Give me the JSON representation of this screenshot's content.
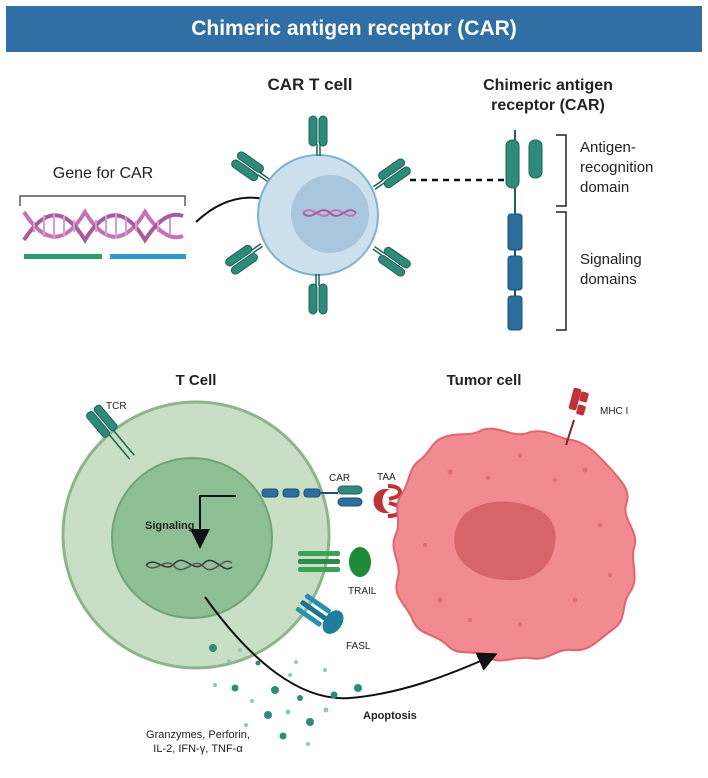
{
  "title": "Chimeric antigen receptor (CAR)",
  "top": {
    "car_t_cell_label": "CAR T cell",
    "car_title_line1": "Chimeric antigen",
    "car_title_line2": "receptor (CAR)",
    "gene_label": "Gene for CAR",
    "antigen_domain_line1": "Antigen-",
    "antigen_domain_line2": "recognition",
    "antigen_domain_line3": "domain",
    "signaling_line1": "Signaling",
    "signaling_line2": "domains"
  },
  "bottom": {
    "t_cell_label": "T Cell",
    "tumor_cell_label": "Tumor cell",
    "tcr_label": "TCR",
    "car_label": "CAR",
    "taa_label": "TAA",
    "mhc_label": "MHC I",
    "signaling_label": "Signaling",
    "trail_label": "TRAIL",
    "fasl_label": "FASL",
    "apoptosis_label": "Apoptosis",
    "cytokines_line1": "Granzymes, Perforin,",
    "cytokines_line2": "IL-2, IFN-γ, TNF-α"
  },
  "colors": {
    "banner": "#2f6fa6",
    "receptor_green": "#2e8b7a",
    "receptor_blue": "#2c6e9e",
    "dna_pink": "#c86fb6",
    "tumor_red": "#f08a8f",
    "t_cell_green": "#b9d6b5"
  }
}
